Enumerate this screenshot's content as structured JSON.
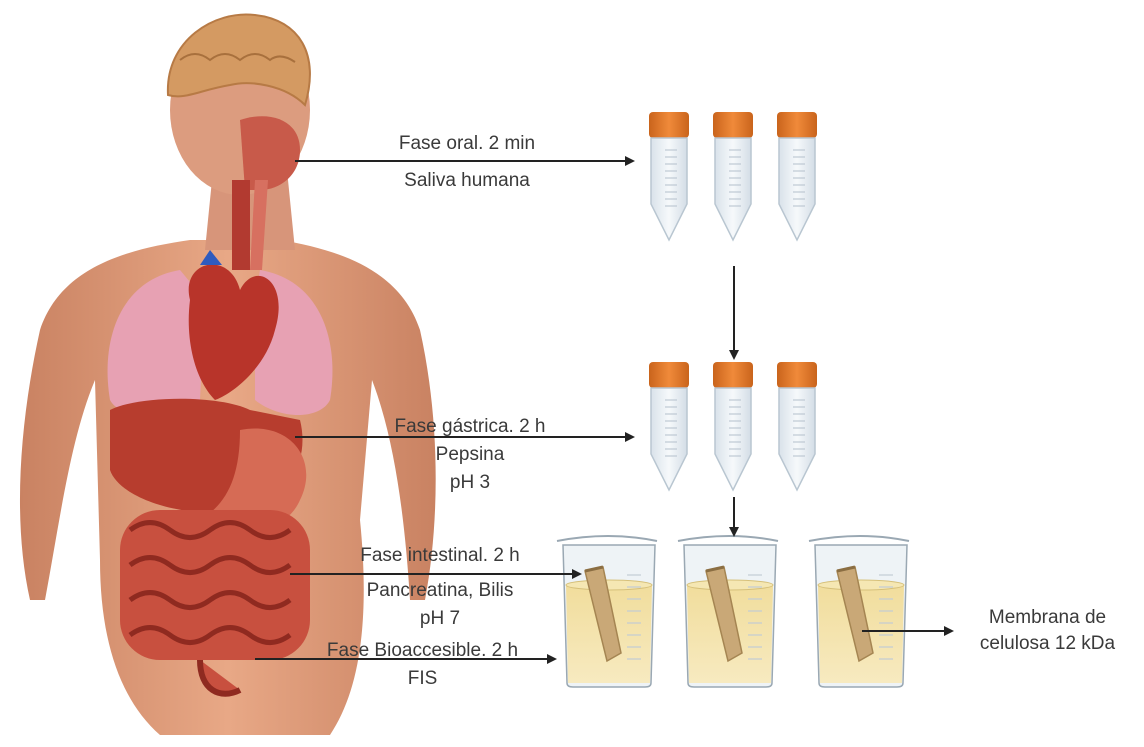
{
  "figure": {
    "oral_phase": {
      "title": "Fase oral. 2 min",
      "detail": "Saliva humana"
    },
    "gastric_phase": {
      "title": "Fase gástrica. 2 h",
      "enzyme": "Pepsina",
      "ph": "pH 3"
    },
    "intestinal_phase": {
      "title": "Fase intestinal. 2 h",
      "enzyme": "Pancreatina, Bilis",
      "ph": "pH 7"
    },
    "bioaccessible_phase": {
      "title": "Fase Bioaccesible. 2 h",
      "fluid": "FIS"
    },
    "membrane": {
      "line1": "Membrana de",
      "line2": "celulosa 12 kDa"
    }
  },
  "colors": {
    "tube_cap": "#e07a2a",
    "tube_body": "#eef3f7",
    "beaker_liquid": "#f3e2a8",
    "membrane_bag": "#c9a877",
    "arrow": "#222222",
    "skin": "#e4a07a",
    "organs": "#c0392b",
    "lungs": "#e7a1b3",
    "brain": "#d9a06a"
  },
  "icons": [
    "human-anatomy-illustration",
    "centrifuge-tube-icon",
    "beaker-icon",
    "dialysis-membrane-icon",
    "arrow-icon"
  ]
}
